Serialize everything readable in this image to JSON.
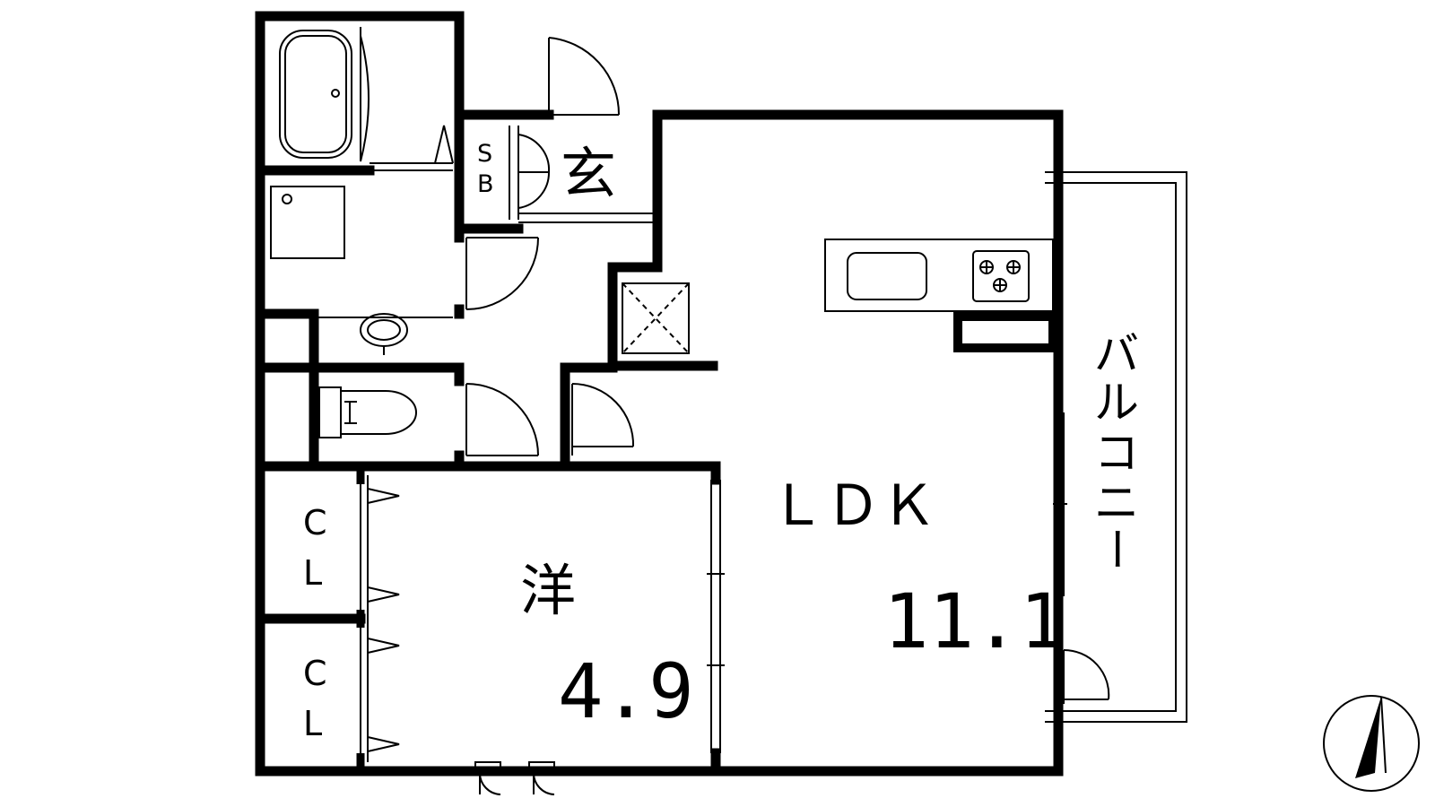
{
  "labels": {
    "entrance": "玄",
    "shoe_box_s": "S",
    "shoe_box_b": "B",
    "ldk": "ＬＤＫ",
    "ldk_size": "11.1",
    "western_room": "洋",
    "western_size": "4.9",
    "closet_1_c": "C",
    "closet_1_l": "L",
    "closet_2_c": "C",
    "closet_2_l": "L",
    "balcony_chars": [
      "バ",
      "ル",
      "コ",
      "ニ",
      "ー"
    ]
  },
  "colors": {
    "wall": "#000000",
    "line": "#000000",
    "background": "#ffffff"
  },
  "icons": [
    "bathtub-icon",
    "washer-icon",
    "wash-basin-icon",
    "toilet-icon",
    "kitchen-sink-icon",
    "stove-icon",
    "north-arrow-icon"
  ]
}
